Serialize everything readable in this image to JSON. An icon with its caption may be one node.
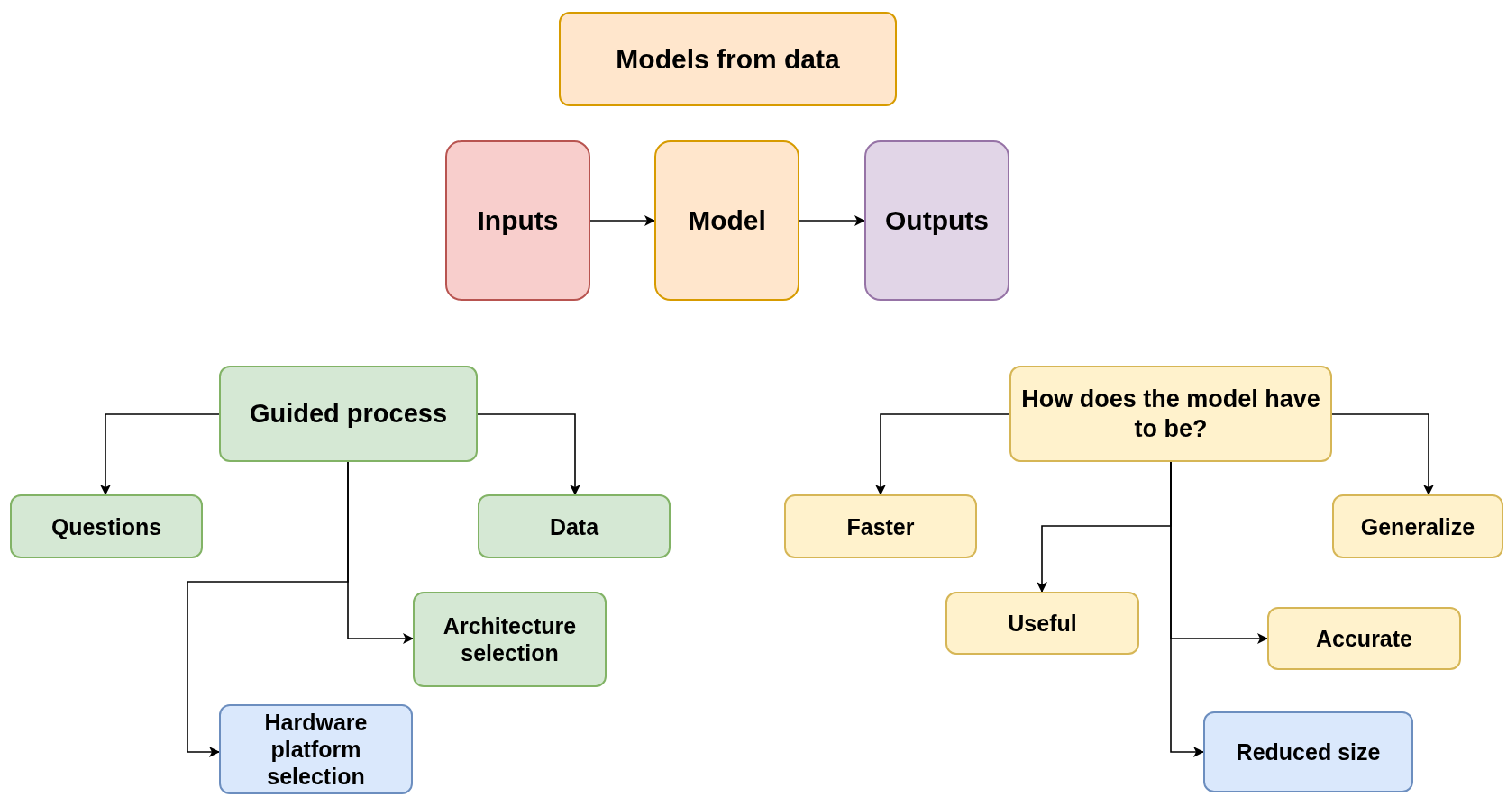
{
  "diagram": {
    "nodes": [
      {
        "text": [
          "Models from data"
        ]
      },
      {
        "text": [
          "Inputs"
        ]
      },
      {
        "text": [
          "Model"
        ]
      },
      {
        "text": [
          "Outputs"
        ]
      },
      {
        "text": [
          "Guided process"
        ]
      },
      {
        "text": [
          "Questions"
        ]
      },
      {
        "text": [
          "Data"
        ]
      },
      {
        "text": [
          "Architecture selection"
        ]
      },
      {
        "text": [
          "Hardware platform selection"
        ]
      },
      {
        "text": [
          "How does the model have to be?"
        ]
      },
      {
        "text": [
          "Faster"
        ]
      },
      {
        "text": [
          "Generalize"
        ]
      },
      {
        "text": [
          "Useful"
        ]
      },
      {
        "text": [
          "Accurate"
        ]
      },
      {
        "text": [
          "Reduced size"
        ]
      }
    ],
    "edges": [
      {
        "from": 1,
        "to": 2,
        "arrow": "to"
      },
      {
        "from": 2,
        "to": 3,
        "arrow": "to"
      },
      {
        "from": 4,
        "to": 5,
        "arrow": "to"
      },
      {
        "from": 4,
        "to": 6,
        "arrow": "to"
      },
      {
        "from": 4,
        "to": 7,
        "arrow": "to"
      },
      {
        "from": 4,
        "to": 8,
        "arrow": "to"
      },
      {
        "from": 9,
        "to": 10,
        "arrow": "to"
      },
      {
        "from": 9,
        "to": 11,
        "arrow": "to"
      },
      {
        "from": 9,
        "to": 12,
        "arrow": "to"
      },
      {
        "from": 9,
        "to": 13,
        "arrow": "to"
      },
      {
        "from": 9,
        "to": 14,
        "arrow": "to"
      }
    ]
  }
}
